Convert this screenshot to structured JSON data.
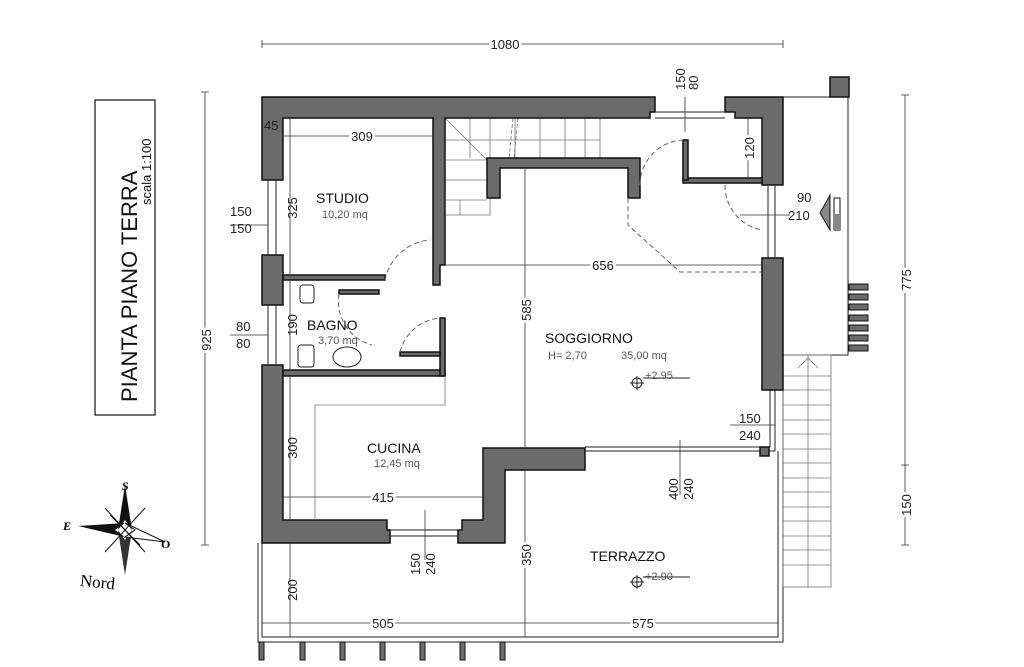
{
  "title": {
    "main": "PIANTA PIANO TERRA",
    "scale": "scala 1:100"
  },
  "compass": {
    "s": "S",
    "e": "E",
    "o": "O",
    "nord": "Nord"
  },
  "rooms": {
    "studio": {
      "name": "STUDIO",
      "area": "10,20 mq"
    },
    "bagno": {
      "name": "BAGNO",
      "area": "3,70 mq"
    },
    "soggiorno": {
      "name": "SOGGIORNO",
      "height": "H= 2,70",
      "area": "35,00 mq",
      "level": "+2.95"
    },
    "cucina": {
      "name": "CUCINA",
      "area": "12,45 mq"
    },
    "terrazzo": {
      "name": "TERRAZZO",
      "level": "+2.90"
    }
  },
  "dims": {
    "total_width": "1080",
    "total_height": "925",
    "right_height": "775",
    "right_lower": "150",
    "wall_45": "45",
    "studio_w": "309",
    "studio_h": "325",
    "bagno_h": "190",
    "soggiorno_w": "656",
    "soggiorno_h": "585",
    "cucina_h": "300",
    "cucina_w": "415",
    "terrace_left": "505",
    "terrace_right": "575",
    "terrace_200": "200",
    "terrace_350": "350",
    "closet_120": "120",
    "win_studio": [
      "150",
      "150"
    ],
    "win_bagno": [
      "80",
      "80"
    ],
    "win_top": [
      "150",
      "80"
    ],
    "door_entry": [
      "90",
      "210"
    ],
    "win_sogg": [
      "150",
      "240"
    ],
    "win_cucina": [
      "150",
      "240"
    ],
    "door_terrace": [
      "400",
      "240"
    ]
  }
}
